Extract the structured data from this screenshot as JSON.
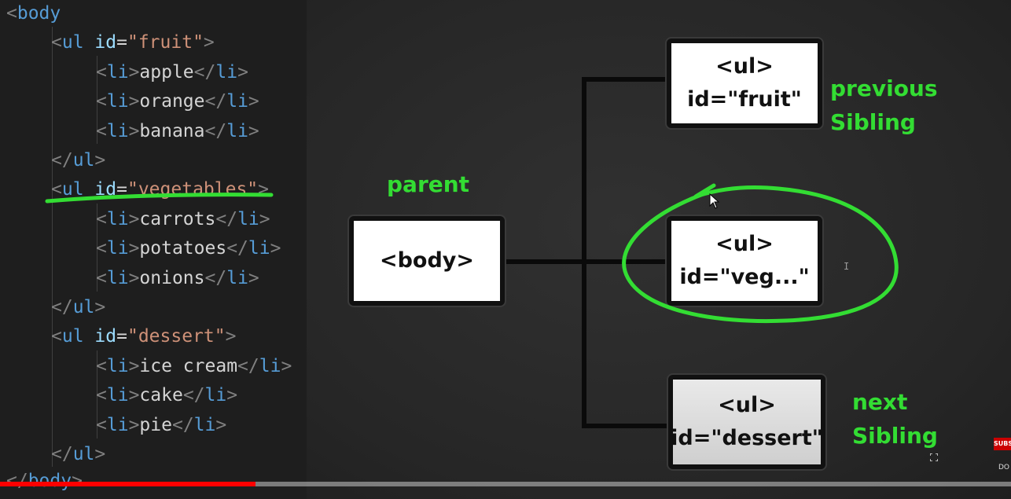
{
  "code": {
    "lines": [
      {
        "parts": [
          [
            "punct",
            "<"
          ],
          [
            "tag",
            "body"
          ]
        ]
      },
      {
        "parts": [
          [
            "punct",
            "<"
          ],
          [
            "tag",
            "ul"
          ],
          [
            "text",
            " "
          ],
          [
            "attr",
            "id"
          ],
          [
            "eq",
            "="
          ],
          [
            "str",
            "\"fruit\""
          ],
          [
            "punct",
            ">"
          ]
        ]
      },
      {
        "parts": [
          [
            "punct",
            "<"
          ],
          [
            "tag",
            "li"
          ],
          [
            "punct",
            ">"
          ],
          [
            "text",
            "apple"
          ],
          [
            "punct",
            "</"
          ],
          [
            "tag",
            "li"
          ],
          [
            "punct",
            ">"
          ]
        ]
      },
      {
        "parts": [
          [
            "punct",
            "<"
          ],
          [
            "tag",
            "li"
          ],
          [
            "punct",
            ">"
          ],
          [
            "text",
            "orange"
          ],
          [
            "punct",
            "</"
          ],
          [
            "tag",
            "li"
          ],
          [
            "punct",
            ">"
          ]
        ]
      },
      {
        "parts": [
          [
            "punct",
            "<"
          ],
          [
            "tag",
            "li"
          ],
          [
            "punct",
            ">"
          ],
          [
            "text",
            "banana"
          ],
          [
            "punct",
            "</"
          ],
          [
            "tag",
            "li"
          ],
          [
            "punct",
            ">"
          ]
        ]
      },
      {
        "parts": [
          [
            "punct",
            "</"
          ],
          [
            "tag",
            "ul"
          ],
          [
            "punct",
            ">"
          ]
        ]
      },
      {
        "parts": [
          [
            "punct",
            "<"
          ],
          [
            "tag",
            "ul"
          ],
          [
            "text",
            " "
          ],
          [
            "attr",
            "id"
          ],
          [
            "eq",
            "="
          ],
          [
            "str",
            "\"vegetables\""
          ],
          [
            "punct",
            ">"
          ]
        ]
      },
      {
        "parts": [
          [
            "punct",
            "<"
          ],
          [
            "tag",
            "li"
          ],
          [
            "punct",
            ">"
          ],
          [
            "text",
            "carrots"
          ],
          [
            "punct",
            "</"
          ],
          [
            "tag",
            "li"
          ],
          [
            "punct",
            ">"
          ]
        ]
      },
      {
        "parts": [
          [
            "punct",
            "<"
          ],
          [
            "tag",
            "li"
          ],
          [
            "punct",
            ">"
          ],
          [
            "text",
            "potatoes"
          ],
          [
            "punct",
            "</"
          ],
          [
            "tag",
            "li"
          ],
          [
            "punct",
            ">"
          ]
        ]
      },
      {
        "parts": [
          [
            "punct",
            "<"
          ],
          [
            "tag",
            "li"
          ],
          [
            "punct",
            ">"
          ],
          [
            "text",
            "onions"
          ],
          [
            "punct",
            "</"
          ],
          [
            "tag",
            "li"
          ],
          [
            "punct",
            ">"
          ]
        ]
      },
      {
        "parts": [
          [
            "punct",
            "</"
          ],
          [
            "tag",
            "ul"
          ],
          [
            "punct",
            ">"
          ]
        ]
      },
      {
        "parts": [
          [
            "punct",
            "<"
          ],
          [
            "tag",
            "ul"
          ],
          [
            "text",
            " "
          ],
          [
            "attr",
            "id"
          ],
          [
            "eq",
            "="
          ],
          [
            "str",
            "\"dessert\""
          ],
          [
            "punct",
            ">"
          ]
        ]
      },
      {
        "parts": [
          [
            "punct",
            "<"
          ],
          [
            "tag",
            "li"
          ],
          [
            "punct",
            ">"
          ],
          [
            "text",
            "ice cream"
          ],
          [
            "punct",
            "</"
          ],
          [
            "tag",
            "li"
          ],
          [
            "punct",
            ">"
          ]
        ]
      },
      {
        "parts": [
          [
            "punct",
            "<"
          ],
          [
            "tag",
            "li"
          ],
          [
            "punct",
            ">"
          ],
          [
            "text",
            "cake"
          ],
          [
            "punct",
            "</"
          ],
          [
            "tag",
            "li"
          ],
          [
            "punct",
            ">"
          ]
        ]
      },
      {
        "parts": [
          [
            "punct",
            "<"
          ],
          [
            "tag",
            "li"
          ],
          [
            "punct",
            ">"
          ],
          [
            "text",
            "pie"
          ],
          [
            "punct",
            "</"
          ],
          [
            "tag",
            "li"
          ],
          [
            "punct",
            ">"
          ]
        ]
      },
      {
        "parts": [
          [
            "punct",
            "</"
          ],
          [
            "tag",
            "ul"
          ],
          [
            "punct",
            ">"
          ]
        ]
      },
      {
        "parts": [
          [
            "punct",
            "</"
          ],
          [
            "tag",
            "body"
          ],
          [
            "punct",
            ">"
          ]
        ]
      }
    ]
  },
  "diagram": {
    "parent_label": "parent",
    "body_box": "<body>",
    "fruit_box": {
      "line1": "<ul>",
      "line2": "id=\"fruit\""
    },
    "veg_box": {
      "line1": "<ul>",
      "line2": "id=\"veg...\""
    },
    "dessert_box": {
      "line1": "<ul>",
      "line2": "id=\"dessert\""
    },
    "previous_label": {
      "line1": "previous",
      "line2": "Sibling"
    },
    "next_label": {
      "line1": "next",
      "line2": "Sibling"
    }
  },
  "player": {
    "progress_fraction": 0.253,
    "subscribe_badge": "SUBS",
    "corner_text": "DO"
  },
  "colors": {
    "annotation_green": "#33dd33",
    "progress_red": "#ff0000"
  }
}
